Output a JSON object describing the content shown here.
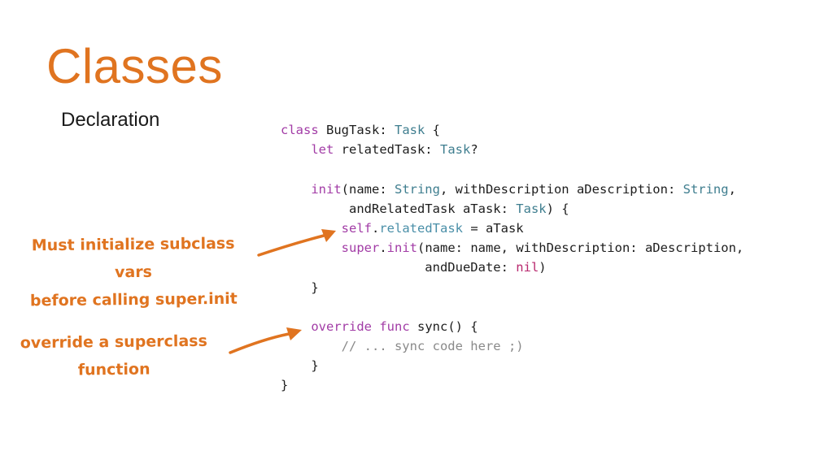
{
  "slide": {
    "title": "Classes",
    "subtitle": "Declaration"
  },
  "code": {
    "lines": [
      "class BugTask: Task {",
      "    let relatedTask: Task?",
      "",
      "    init(name: String, withDescription aDescription: String,",
      "         andRelatedTask aTask: Task) {",
      "        self.relatedTask = aTask",
      "        super.init(name: name, withDescription: aDescription,",
      "                   andDueDate: nil)",
      "    }",
      "",
      "    override func sync() {",
      "        // ... sync code here ;)",
      "    }",
      "}"
    ]
  },
  "annotations": {
    "first": {
      "line1": "Must initialize subclass vars",
      "line2": "before calling super.init"
    },
    "second": {
      "line1": "override a superclass",
      "line2": "function"
    }
  },
  "colors": {
    "accent": "#E07420",
    "keyword": "#A23CA6",
    "type": "#3F7E8F",
    "comment": "#8A8A8A"
  }
}
